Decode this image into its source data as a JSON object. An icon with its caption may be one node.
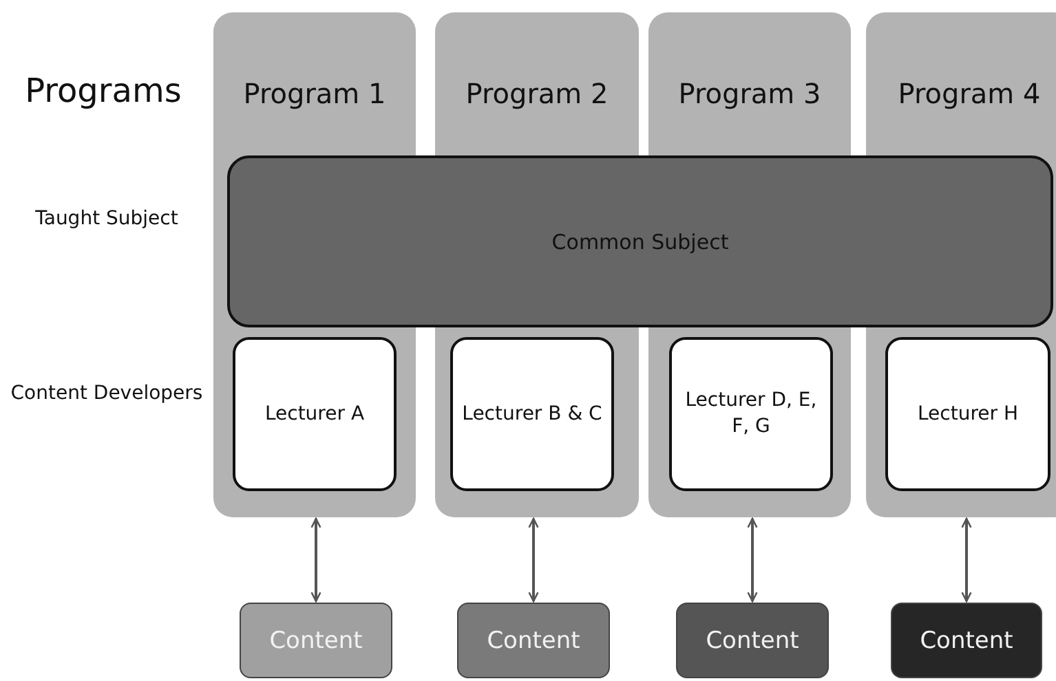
{
  "diagram": {
    "nodes": [
      {
        "text": [
          "Program 1"
        ]
      },
      {
        "text": [
          "Program 2"
        ]
      },
      {
        "text": [
          "Program 3"
        ]
      },
      {
        "text": [
          "Program 4"
        ]
      },
      {
        "text": [
          "Common Subject"
        ]
      },
      {
        "text": [
          "Lecturer A"
        ],
        "in": 0
      },
      {
        "text": [
          "Lecturer B & C"
        ],
        "in": 1
      },
      {
        "text": [
          "Lecturer D, E, F, G"
        ],
        "in": 2
      },
      {
        "text": [
          "Lecturer H"
        ],
        "in": 3
      },
      {
        "text": [
          "Content"
        ]
      },
      {
        "text": [
          "Content"
        ]
      },
      {
        "text": [
          "Content"
        ]
      },
      {
        "text": [
          "Content"
        ]
      }
    ],
    "edges": [
      {
        "from": 0,
        "to": 9,
        "arrow": "both"
      },
      {
        "from": 1,
        "to": 10,
        "arrow": "both"
      },
      {
        "from": 2,
        "to": 11,
        "arrow": "both"
      },
      {
        "from": 3,
        "to": 12,
        "arrow": "both"
      }
    ],
    "labels": [
      "Programs",
      "Taught Subject",
      "Content Developers"
    ]
  }
}
